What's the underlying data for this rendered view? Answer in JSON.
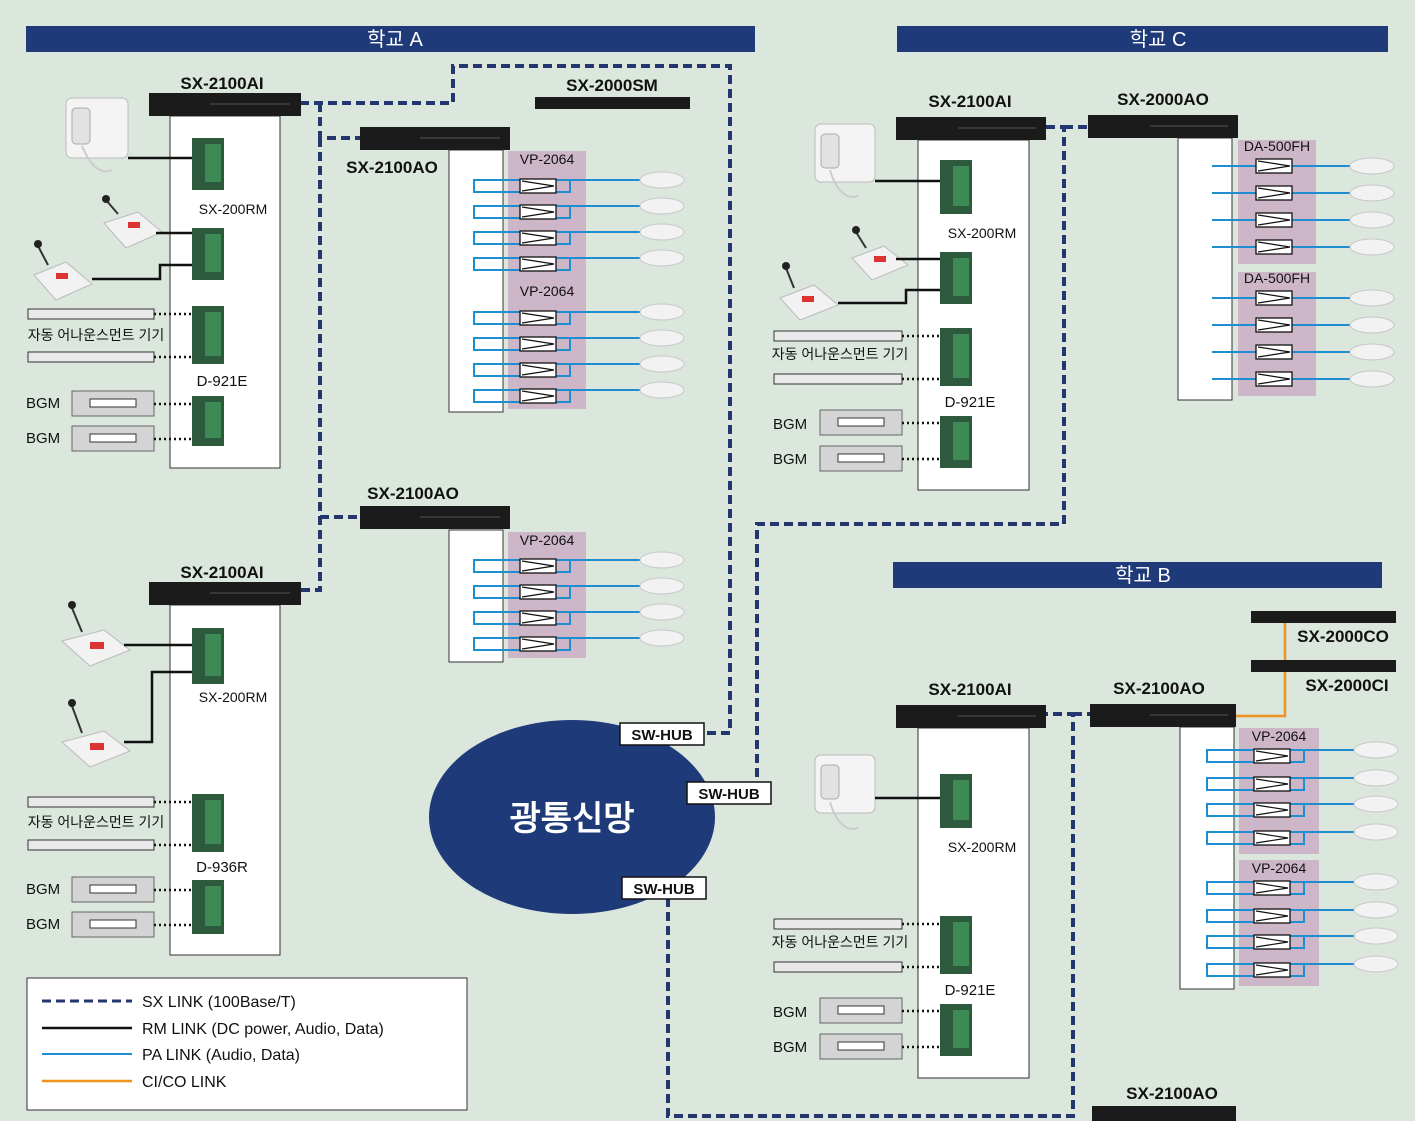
{
  "schools": {
    "a": "학교 A",
    "b": "학교 B",
    "c": "학교 C"
  },
  "models": {
    "sx2100ai": "SX-2100AI",
    "sx2100ao": "SX-2100AO",
    "sx2000sm": "SX-2000SM",
    "sx2000ao": "SX-2000AO",
    "sx2000co": "SX-2000CO",
    "sx2000ci": "SX-2000CI",
    "sx200rm": "SX-200RM",
    "d921e": "D-921E",
    "d936r": "D-936R",
    "vp2064": "VP-2064",
    "da500fh": "DA-500FH"
  },
  "labels": {
    "announce": "자동 어나운스먼트 기기",
    "bgm": "BGM"
  },
  "network": {
    "cloud": "광통신망",
    "hub": "SW-HUB"
  },
  "legend": {
    "sx_link": "SX LINK (100Base/T)",
    "rm_link": "RM LINK (DC power, Audio, Data)",
    "pa_link": "PA LINK (Audio, Data)",
    "cico_link": "CI/CO LINK"
  },
  "colors": {
    "sx": "#23366e",
    "rm": "#111111",
    "pa": "#1f8ed1",
    "cico": "#f0921e",
    "bar": "#1f3a78"
  }
}
